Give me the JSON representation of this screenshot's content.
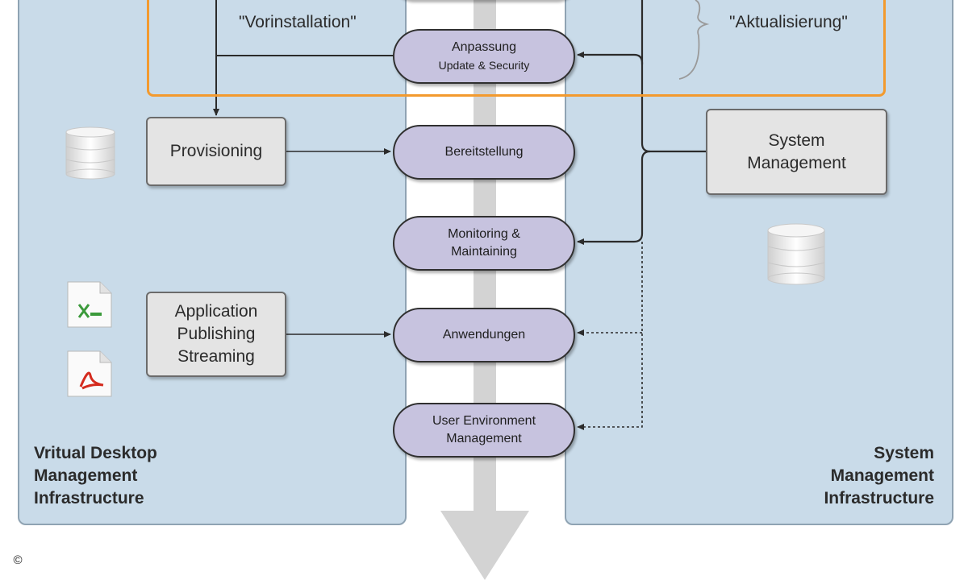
{
  "colors": {
    "panel_fill": "#c9dbe9",
    "pill_fill": "#c7c3df",
    "box_fill": "#e4e4e4",
    "highlight_border": "#f39a2e",
    "flow_arrow": "#d3d3d3"
  },
  "labels": {
    "vorinstallation": "\"Vorinstallation\"",
    "aktualisierung": "\"Aktualisierung\""
  },
  "boxes": {
    "provisioning": "Provisioning",
    "app_publishing": "Application\nPublishing\nStreaming",
    "system_management": "System\nManagement"
  },
  "pills": {
    "anpassung": {
      "line1": "Anpassung",
      "line2": "Update & Security"
    },
    "bereitstellung": "Bereitstellung",
    "monitoring": {
      "line1": "Monitoring &",
      "line2": "Maintaining"
    },
    "anwendungen": "Anwendungen",
    "user_env": {
      "line1": "User Environment",
      "line2": "Management"
    }
  },
  "infrastructure": {
    "left": "Vritual Desktop\nManagement\nInfrastructure",
    "right": "System\nManagement\nInfrastructure"
  },
  "icons": [
    "database-icon",
    "database-icon",
    "spreadsheet-file-icon",
    "pdf-file-icon",
    "curly-brace-icon",
    "copyright-icon"
  ],
  "copyright": "©"
}
